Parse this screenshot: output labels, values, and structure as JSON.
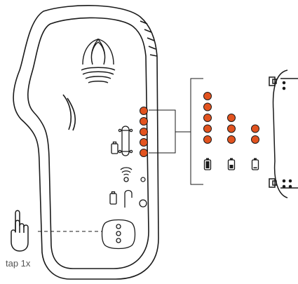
{
  "instruction": {
    "text": "tap 1x"
  },
  "indicator": {
    "led_color": "#e2531f",
    "outline_color": "#1a1a1a",
    "remote_led_count": 5,
    "battery_levels": [
      {
        "leds_lit": 5,
        "battery_fill": 1.0
      },
      {
        "leds_lit": 3,
        "battery_fill": 0.5
      },
      {
        "leds_lit": 2,
        "battery_fill": 0.15
      }
    ]
  },
  "icons": [
    "remote-body-icon",
    "logo-icon",
    "skateboard-icon",
    "battery-icon",
    "wifi-icon",
    "power-icon",
    "button-icon",
    "hand-tap-icon",
    "board-icon"
  ]
}
